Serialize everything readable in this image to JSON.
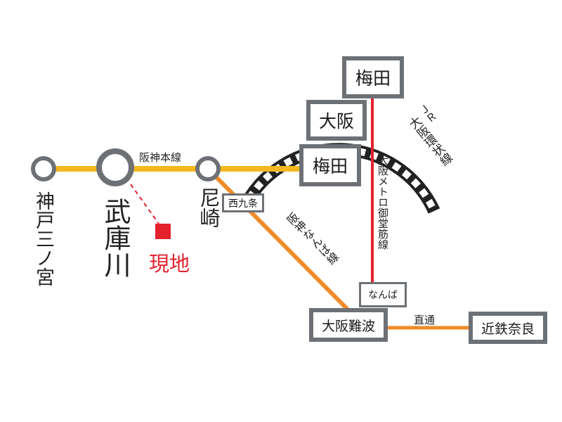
{
  "colors": {
    "hanshin_main": "#f5b71f",
    "hanshin_namba": "#f08c2a",
    "kintetsu": "#f08c2a",
    "midosuji": "#e3222e",
    "jr_loop_dark": "#222222",
    "station_border": "#6d7175",
    "site": "#e3222e"
  },
  "lines": {
    "hanshin_main": "阪神本線",
    "hanshin_namba": "阪神なんば線",
    "midosuji": "大阪メトロ御堂筋線",
    "jr_loop_top": "ＪＲ",
    "jr_loop_bottom": "大阪環状線",
    "direct": "直通"
  },
  "stations": {
    "sannomiya": "神戸三ノ宮",
    "mukogawa": "武庫川",
    "amagasaki": "尼崎",
    "nishikujo": "西九条",
    "umeda_hanshin": "梅田",
    "osaka_jr": "大阪",
    "umeda_metro": "梅田",
    "namba_metro": "なんば",
    "osaka_namba": "大阪難波",
    "kintetsu_nara": "近鉄奈良"
  },
  "site": {
    "label": "現地"
  }
}
